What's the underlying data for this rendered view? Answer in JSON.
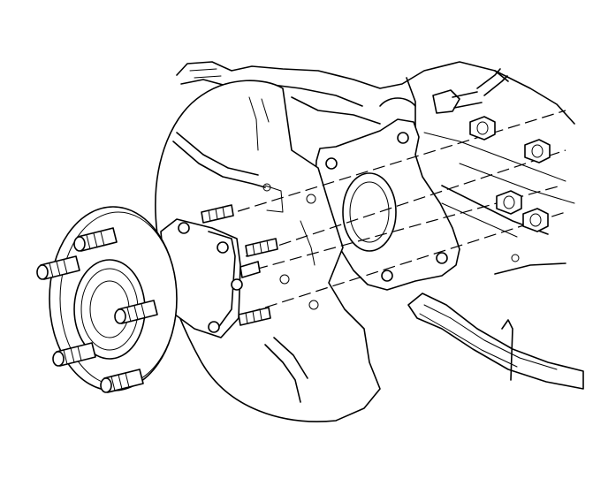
{
  "diagram": {
    "colors": {
      "line": "#000000",
      "background": "#ffffff"
    },
    "components": [
      "hub-and-bearing-assembly",
      "brake-backing-plate",
      "steering-knuckle",
      "knuckle-mounting-flange",
      "mounting-bolts",
      "retaining-nuts",
      "wheel-studs"
    ],
    "wheel_stud_count": 5,
    "mounting_bolt_count": 4,
    "retaining_nut_count": 4
  }
}
